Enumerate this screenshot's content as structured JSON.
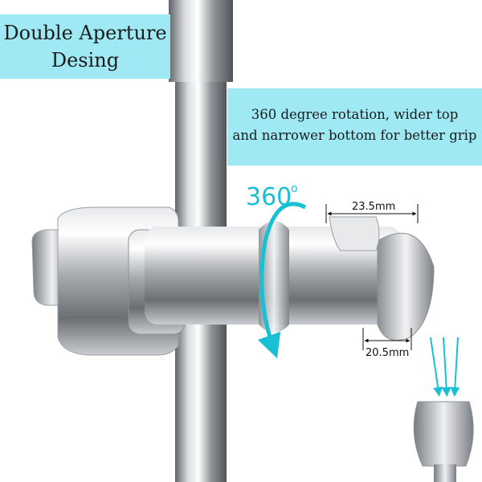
{
  "callouts": {
    "left": {
      "line1": "Double Aperture",
      "line2": "Desing"
    },
    "right": {
      "line1": "360 degree rotation, wider top",
      "line2": "and narrower bottom for better grip"
    }
  },
  "rotation": {
    "value": "360",
    "unit_symbol": "o"
  },
  "dimensions": {
    "top_width": "23.5mm",
    "bottom_width": "20.5mm"
  },
  "colors": {
    "accent": "#19c0d3",
    "callout_bg": "#9ee9f3",
    "chrome_dark": "#6f7479",
    "chrome_light": "#f4f5f6"
  }
}
